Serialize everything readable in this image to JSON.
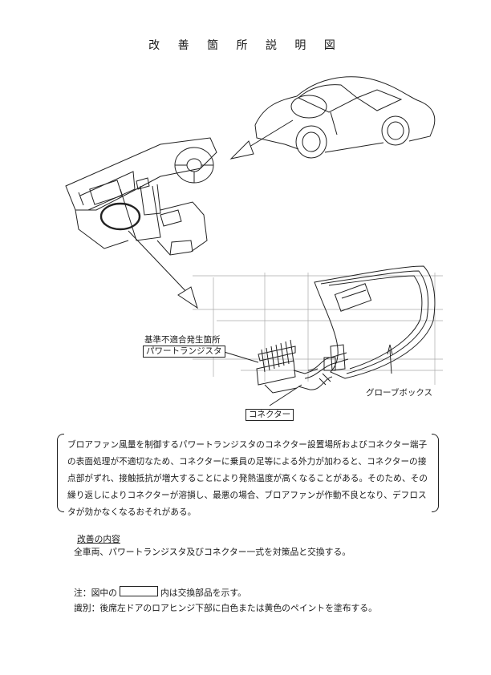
{
  "title": "改 善 箇 所 説 明 図",
  "figure": {
    "defect_location_label": "基準不適合発生箇所",
    "power_transistor_label": "パワートランジスタ",
    "connector_label": "コネクター",
    "glove_box_label": "グローブボックス"
  },
  "description": "ブロアファン風量を制御するパワートランジスタのコネクター設置場所およびコネクター端子の表面処理が不適切なため、コネクターに乗員の足等による外力が加わると、コネクターの接点部がずれ、接触抵抗が増大することにより発熱温度が高くなることがある。そのため、その繰り返しによりコネクターが溶損し、最悪の場合、ブロアファンが作動不良となり、デフロスタが効かなくなるおそれがある。",
  "improvement": {
    "heading": "改善の内容",
    "body": "全車両、パワートランジスタ及びコネクター一式を対策品と交換する。"
  },
  "note": {
    "prefix": "注：図中の",
    "suffix": "内は交換部品を示す。"
  },
  "identification": "識別：後席左ドアのロアヒンジ下部に白色または黄色のペイントを塗布する。"
}
